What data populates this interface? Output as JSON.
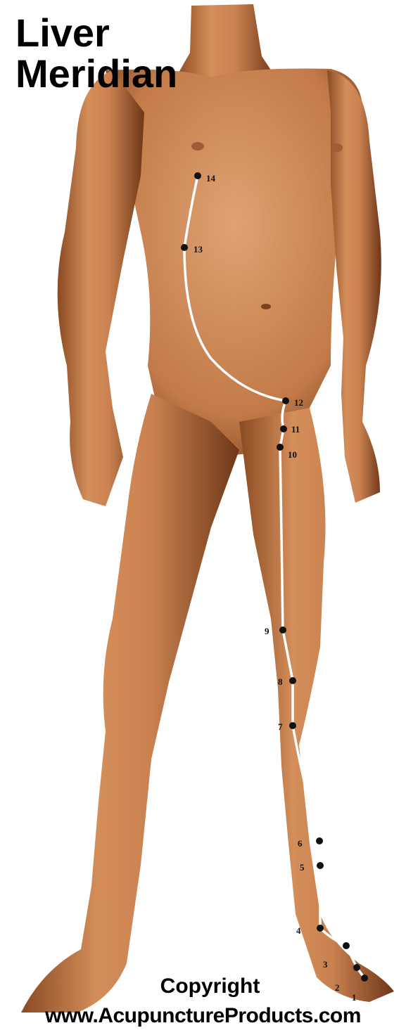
{
  "title": {
    "line1": "Liver",
    "line2": "Meridian"
  },
  "footer": {
    "copyright": "Copyright",
    "website": "www.AcupunctureProducts.com"
  },
  "colors": {
    "skin": "#c9814f",
    "skin_light": "#e0a071",
    "skin_shadow": "#7a3f1d",
    "meridian_line": "#ffffff",
    "point": "#111111"
  },
  "points": [
    {
      "number": "1"
    },
    {
      "number": "2"
    },
    {
      "number": "3"
    },
    {
      "number": "4"
    },
    {
      "number": "5"
    },
    {
      "number": "6"
    },
    {
      "number": "7"
    },
    {
      "number": "8"
    },
    {
      "number": "9"
    },
    {
      "number": "10"
    },
    {
      "number": "11"
    },
    {
      "number": "12"
    },
    {
      "number": "13"
    },
    {
      "number": "14"
    }
  ]
}
